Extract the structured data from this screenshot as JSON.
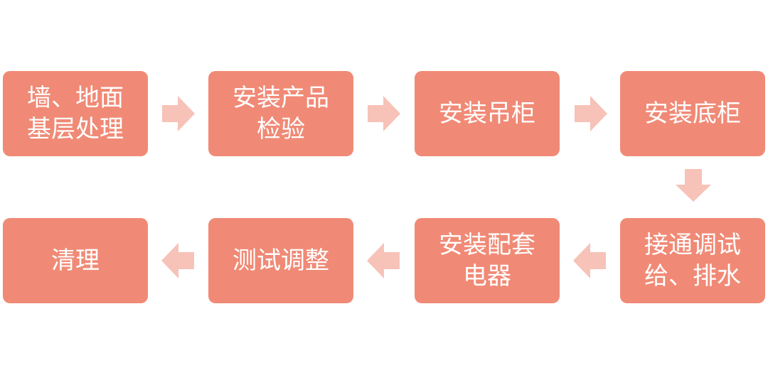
{
  "steps": [
    {
      "label": "墙、地面\n基层处理"
    },
    {
      "label": "安装产品\n检验"
    },
    {
      "label": "安装吊柜"
    },
    {
      "label": "安装底柜"
    },
    {
      "label": "接通调试\n给、排水"
    },
    {
      "label": "安装配套\n电器"
    },
    {
      "label": "测试调整"
    },
    {
      "label": "清理"
    }
  ],
  "colors": {
    "box": "#f08a76",
    "arrow": "#f7c2b8",
    "text": "#ffffff"
  }
}
